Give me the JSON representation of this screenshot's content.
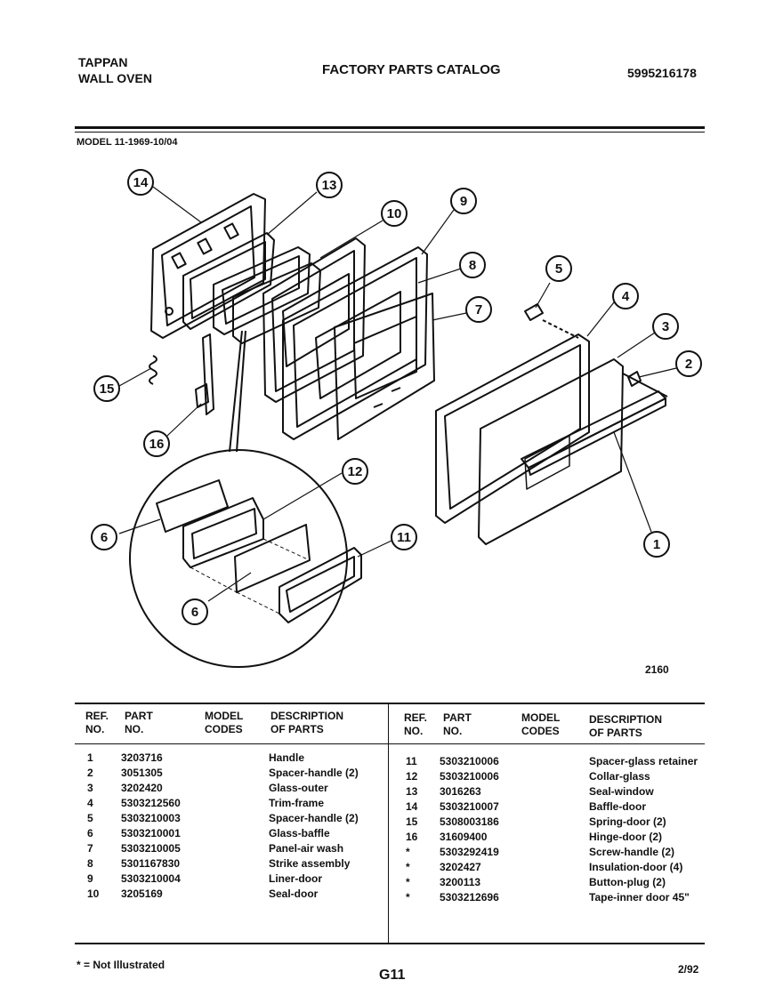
{
  "header": {
    "brand_line1": "TAPPAN",
    "brand_line2": "WALL OVEN",
    "catalog_title": "FACTORY PARTS CATALOG",
    "catalog_number": "5995216178",
    "model": "MODEL 11-1969-10/04"
  },
  "diagram": {
    "figure_number": "2160",
    "callouts": [
      "14",
      "13",
      "10",
      "9",
      "8",
      "7",
      "5",
      "4",
      "3",
      "2",
      "1",
      "15",
      "16",
      "12",
      "6",
      "11",
      "6"
    ]
  },
  "table": {
    "col_ref": [
      "REF.",
      "NO."
    ],
    "col_part": [
      "PART",
      "NO."
    ],
    "col_model": [
      "MODEL",
      "CODES"
    ],
    "col_desc": [
      "DESCRIPTION",
      "OF PARTS"
    ],
    "left_rows": [
      {
        "ref": "1",
        "part": "3203716",
        "desc": "Handle"
      },
      {
        "ref": "2",
        "part": "3051305",
        "desc": "Spacer-handle (2)"
      },
      {
        "ref": "3",
        "part": "3202420",
        "desc": "Glass-outer"
      },
      {
        "ref": "4",
        "part": "5303212560",
        "desc": "Trim-frame"
      },
      {
        "ref": "5",
        "part": "5303210003",
        "desc": "Spacer-handle (2)"
      },
      {
        "ref": "6",
        "part": "5303210001",
        "desc": "Glass-baffle"
      },
      {
        "ref": "7",
        "part": "5303210005",
        "desc": "Panel-air wash"
      },
      {
        "ref": "8",
        "part": "5301167830",
        "desc": "Strike assembly"
      },
      {
        "ref": "9",
        "part": "5303210004",
        "desc": "Liner-door"
      },
      {
        "ref": "10",
        "part": "3205169",
        "desc": "Seal-door"
      }
    ],
    "right_rows": [
      {
        "ref": "11",
        "part": "5303210006",
        "desc": "Spacer-glass retainer"
      },
      {
        "ref": "12",
        "part": "5303210006",
        "desc": "Collar-glass"
      },
      {
        "ref": "13",
        "part": "3016263",
        "desc": "Seal-window"
      },
      {
        "ref": "14",
        "part": "5303210007",
        "desc": "Baffle-door"
      },
      {
        "ref": "15",
        "part": "5308003186",
        "desc": "Spring-door (2)"
      },
      {
        "ref": "16",
        "part": "31609400",
        "desc": "Hinge-door (2)"
      },
      {
        "ref": "*",
        "part": "5303292419",
        "desc": "Screw-handle (2)"
      },
      {
        "ref": "*",
        "part": "3202427",
        "desc": "Insulation-door (4)"
      },
      {
        "ref": "*",
        "part": "3200113",
        "desc": "Button-plug (2)"
      },
      {
        "ref": "*",
        "part": "5303212696",
        "desc": "Tape-inner door 45\""
      }
    ]
  },
  "footer": {
    "note": "* = Not Illustrated",
    "page": "G11",
    "date": "2/92"
  }
}
